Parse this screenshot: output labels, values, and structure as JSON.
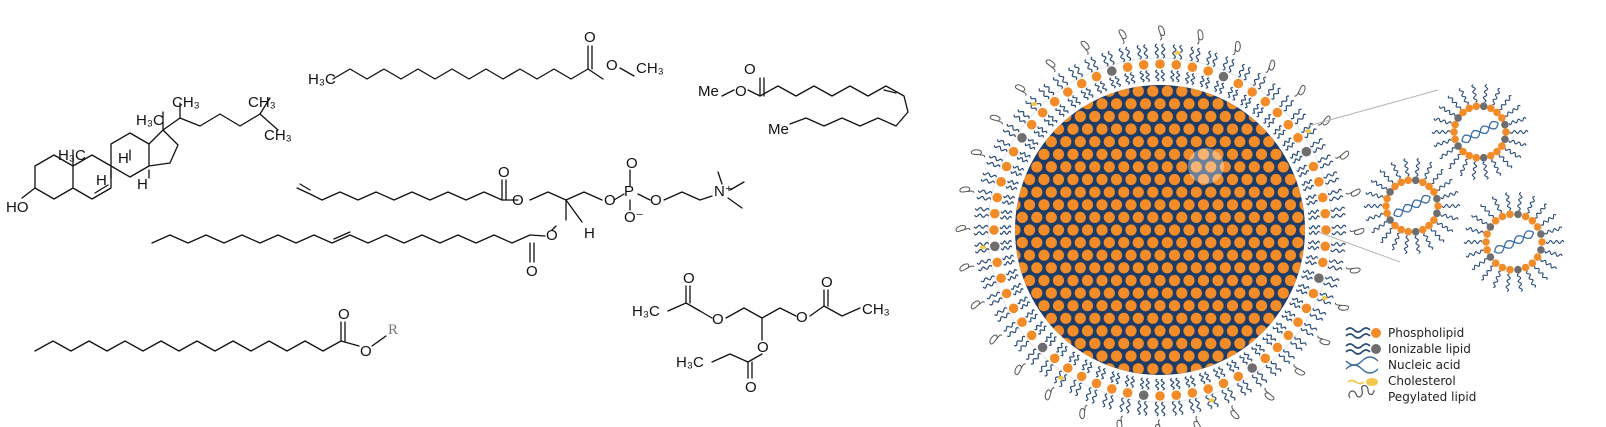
{
  "colors": {
    "orange": "#f28c28",
    "gray": "#6e6e6e",
    "navy": "#1f3a5f",
    "tail": "#2b4d78",
    "yellow": "#f2c94c",
    "core_bg": "#1e3c66"
  },
  "molecules": {
    "cholesterol": {
      "ho": "HO",
      "h3c_a": "H₃C",
      "h3c_b": "H₃C",
      "ch3_a": "CH₃",
      "ch3_b": "CH₃",
      "ch3_c": "CH₃",
      "h1": "H",
      "h2": "H",
      "h3": "H"
    },
    "methyl_laurate": {
      "h3c": "H₃C",
      "o_top": "O",
      "o_ester": "O",
      "ch3": "CH₃"
    },
    "methyl_oleate": {
      "me_o": "Me",
      "o_bridge": "O",
      "o_top": "O",
      "me_tail": "Me"
    },
    "phospholipid": {
      "o1": "O",
      "o2": "O",
      "o3": "O",
      "o4": "O",
      "o5": "O",
      "o_minus": "O⁻",
      "p": "P",
      "h": "H",
      "n_plus": "N⁺",
      "o_bottom": "O"
    },
    "fatty_ester": {
      "o_top": "O",
      "o_mid": "O",
      "r": "R"
    },
    "tripropionin": {
      "h3c_a": "H₃C",
      "o_a": "O",
      "o_b": "O",
      "o_c": "O",
      "ch3": "CH₃",
      "o_d": "O",
      "o_e": "O",
      "h3c_b": "H₃C",
      "o_f": "O"
    }
  },
  "legend": [
    {
      "label": "Phospholipid",
      "icon": "phospholipid-icon"
    },
    {
      "label": "Ionizable lipid",
      "icon": "ionizable-lipid-icon"
    },
    {
      "label": "Nucleic acid",
      "icon": "nucleic-acid-icon"
    },
    {
      "label": "Cholesterol",
      "icon": "cholesterol-icon"
    },
    {
      "label": "Pegylated lipid",
      "icon": "pegylated-lipid-icon"
    }
  ]
}
